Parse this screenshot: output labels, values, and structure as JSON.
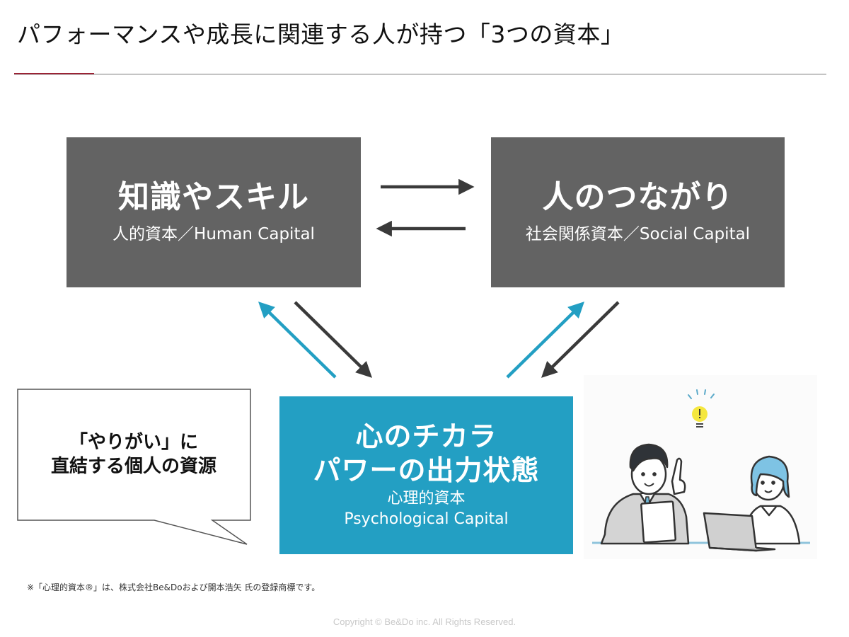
{
  "header": {
    "title": "パフォーマンスや成長に関連する人が持つ「3つの資本」"
  },
  "colors": {
    "accent_line": "#9b2335",
    "divider": "#c4c4c4",
    "grey_box": "#636363",
    "blue_box": "#239fc3",
    "dark_arrow": "#3a3a3a",
    "blue_arrow": "#239fc3"
  },
  "diagram": {
    "human_capital": {
      "heading": "知識やスキル",
      "subtitle": "人的資本／Human Capital"
    },
    "social_capital": {
      "heading": "人のつながり",
      "subtitle": "社会関係資本／Social Capital"
    },
    "psychological_capital": {
      "heading_line1": "心のチカラ",
      "heading_line2": "パワーの出力状態",
      "subtitle_jp": "心理的資本",
      "subtitle_en": "Psychological Capital"
    },
    "arrows": [
      {
        "from": "human_capital",
        "to": "social_capital",
        "color": "dark"
      },
      {
        "from": "social_capital",
        "to": "human_capital",
        "color": "dark"
      },
      {
        "from": "psychological_capital",
        "to": "human_capital",
        "color": "blue"
      },
      {
        "from": "human_capital",
        "to": "psychological_capital",
        "color": "dark"
      },
      {
        "from": "psychological_capital",
        "to": "social_capital",
        "color": "blue"
      },
      {
        "from": "social_capital",
        "to": "psychological_capital",
        "color": "dark"
      }
    ]
  },
  "callout": {
    "line1": "「やりがい」に",
    "line2": "直結する個人の資源"
  },
  "illustration": {
    "description": "Two office workers: a man pointing up with a lightbulb idea and a woman at a laptop",
    "icon": "lightbulb-icon"
  },
  "footer": {
    "footnote": "※「心理的資本®」は、株式会社Be&Doおよび開本浩矢 氏の登録商標です。",
    "copyright": "Copyright © Be&Do inc. All Rights Reserved."
  }
}
